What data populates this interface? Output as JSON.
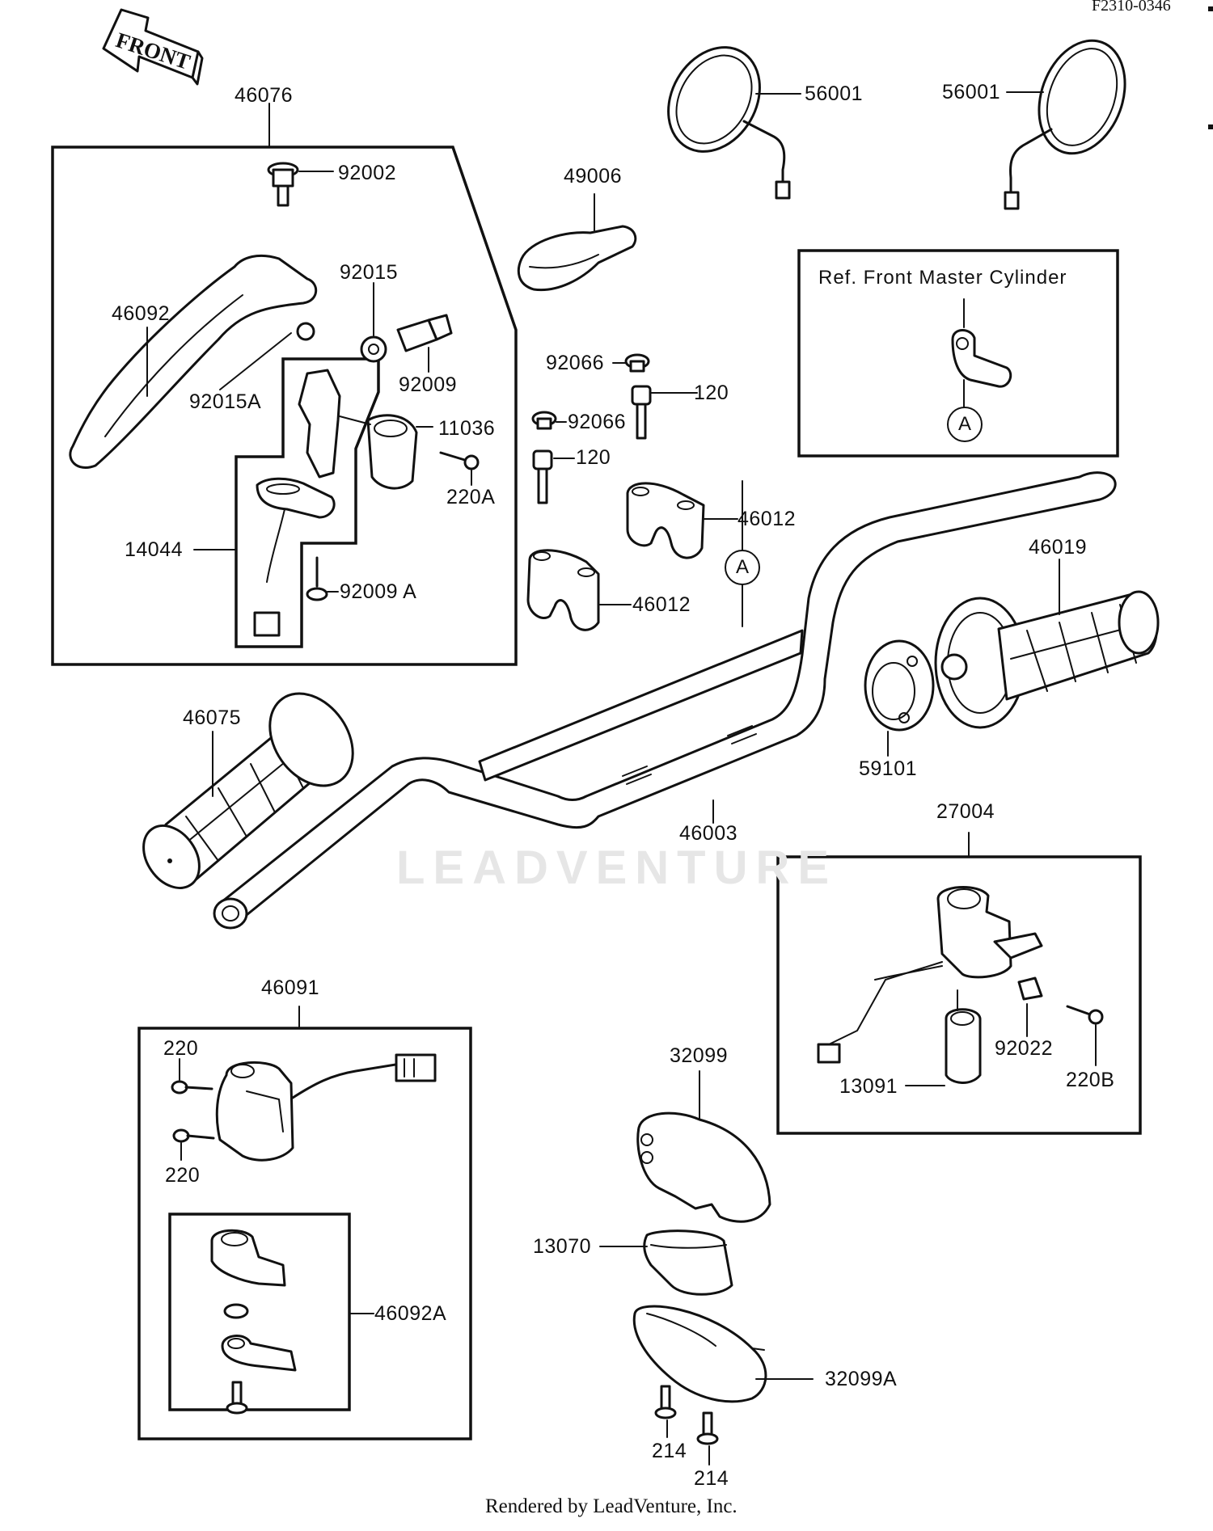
{
  "diagram_code": "F2310-0346",
  "front_label": "FRONT",
  "reference_note": "Ref. Front Master Cylinder",
  "ref_marker": "A",
  "watermark": "LEADVENTURE",
  "footer": "Rendered by LeadVenture, Inc.",
  "parts": {
    "p46076": "46076",
    "p92002": "92002",
    "p92015": "92015",
    "p46092": "46092",
    "p92015A": "92015A",
    "p92009": "92009",
    "p11036": "11036",
    "p220A": "220A",
    "p14044": "14044",
    "p92009A": "92009 A",
    "p49006": "49006",
    "p56001_left": "56001",
    "p56001_right": "56001",
    "p92066_top": "92066",
    "p120_top": "120",
    "p92066_mid": "92066",
    "p120_mid": "120",
    "p46012_upper": "46012",
    "p46012_lower": "46012",
    "p46019": "46019",
    "p46075": "46075",
    "p59101": "59101",
    "p46003": "46003",
    "p27004": "27004",
    "p92022": "92022",
    "p13091": "13091",
    "p220B": "220B",
    "p46091": "46091",
    "p220_top": "220",
    "p220_bottom": "220",
    "p46092A": "46092A",
    "p32099": "32099",
    "p13070": "13070",
    "p32099A": "32099A",
    "p214_left": "214",
    "p214_right": "214"
  }
}
